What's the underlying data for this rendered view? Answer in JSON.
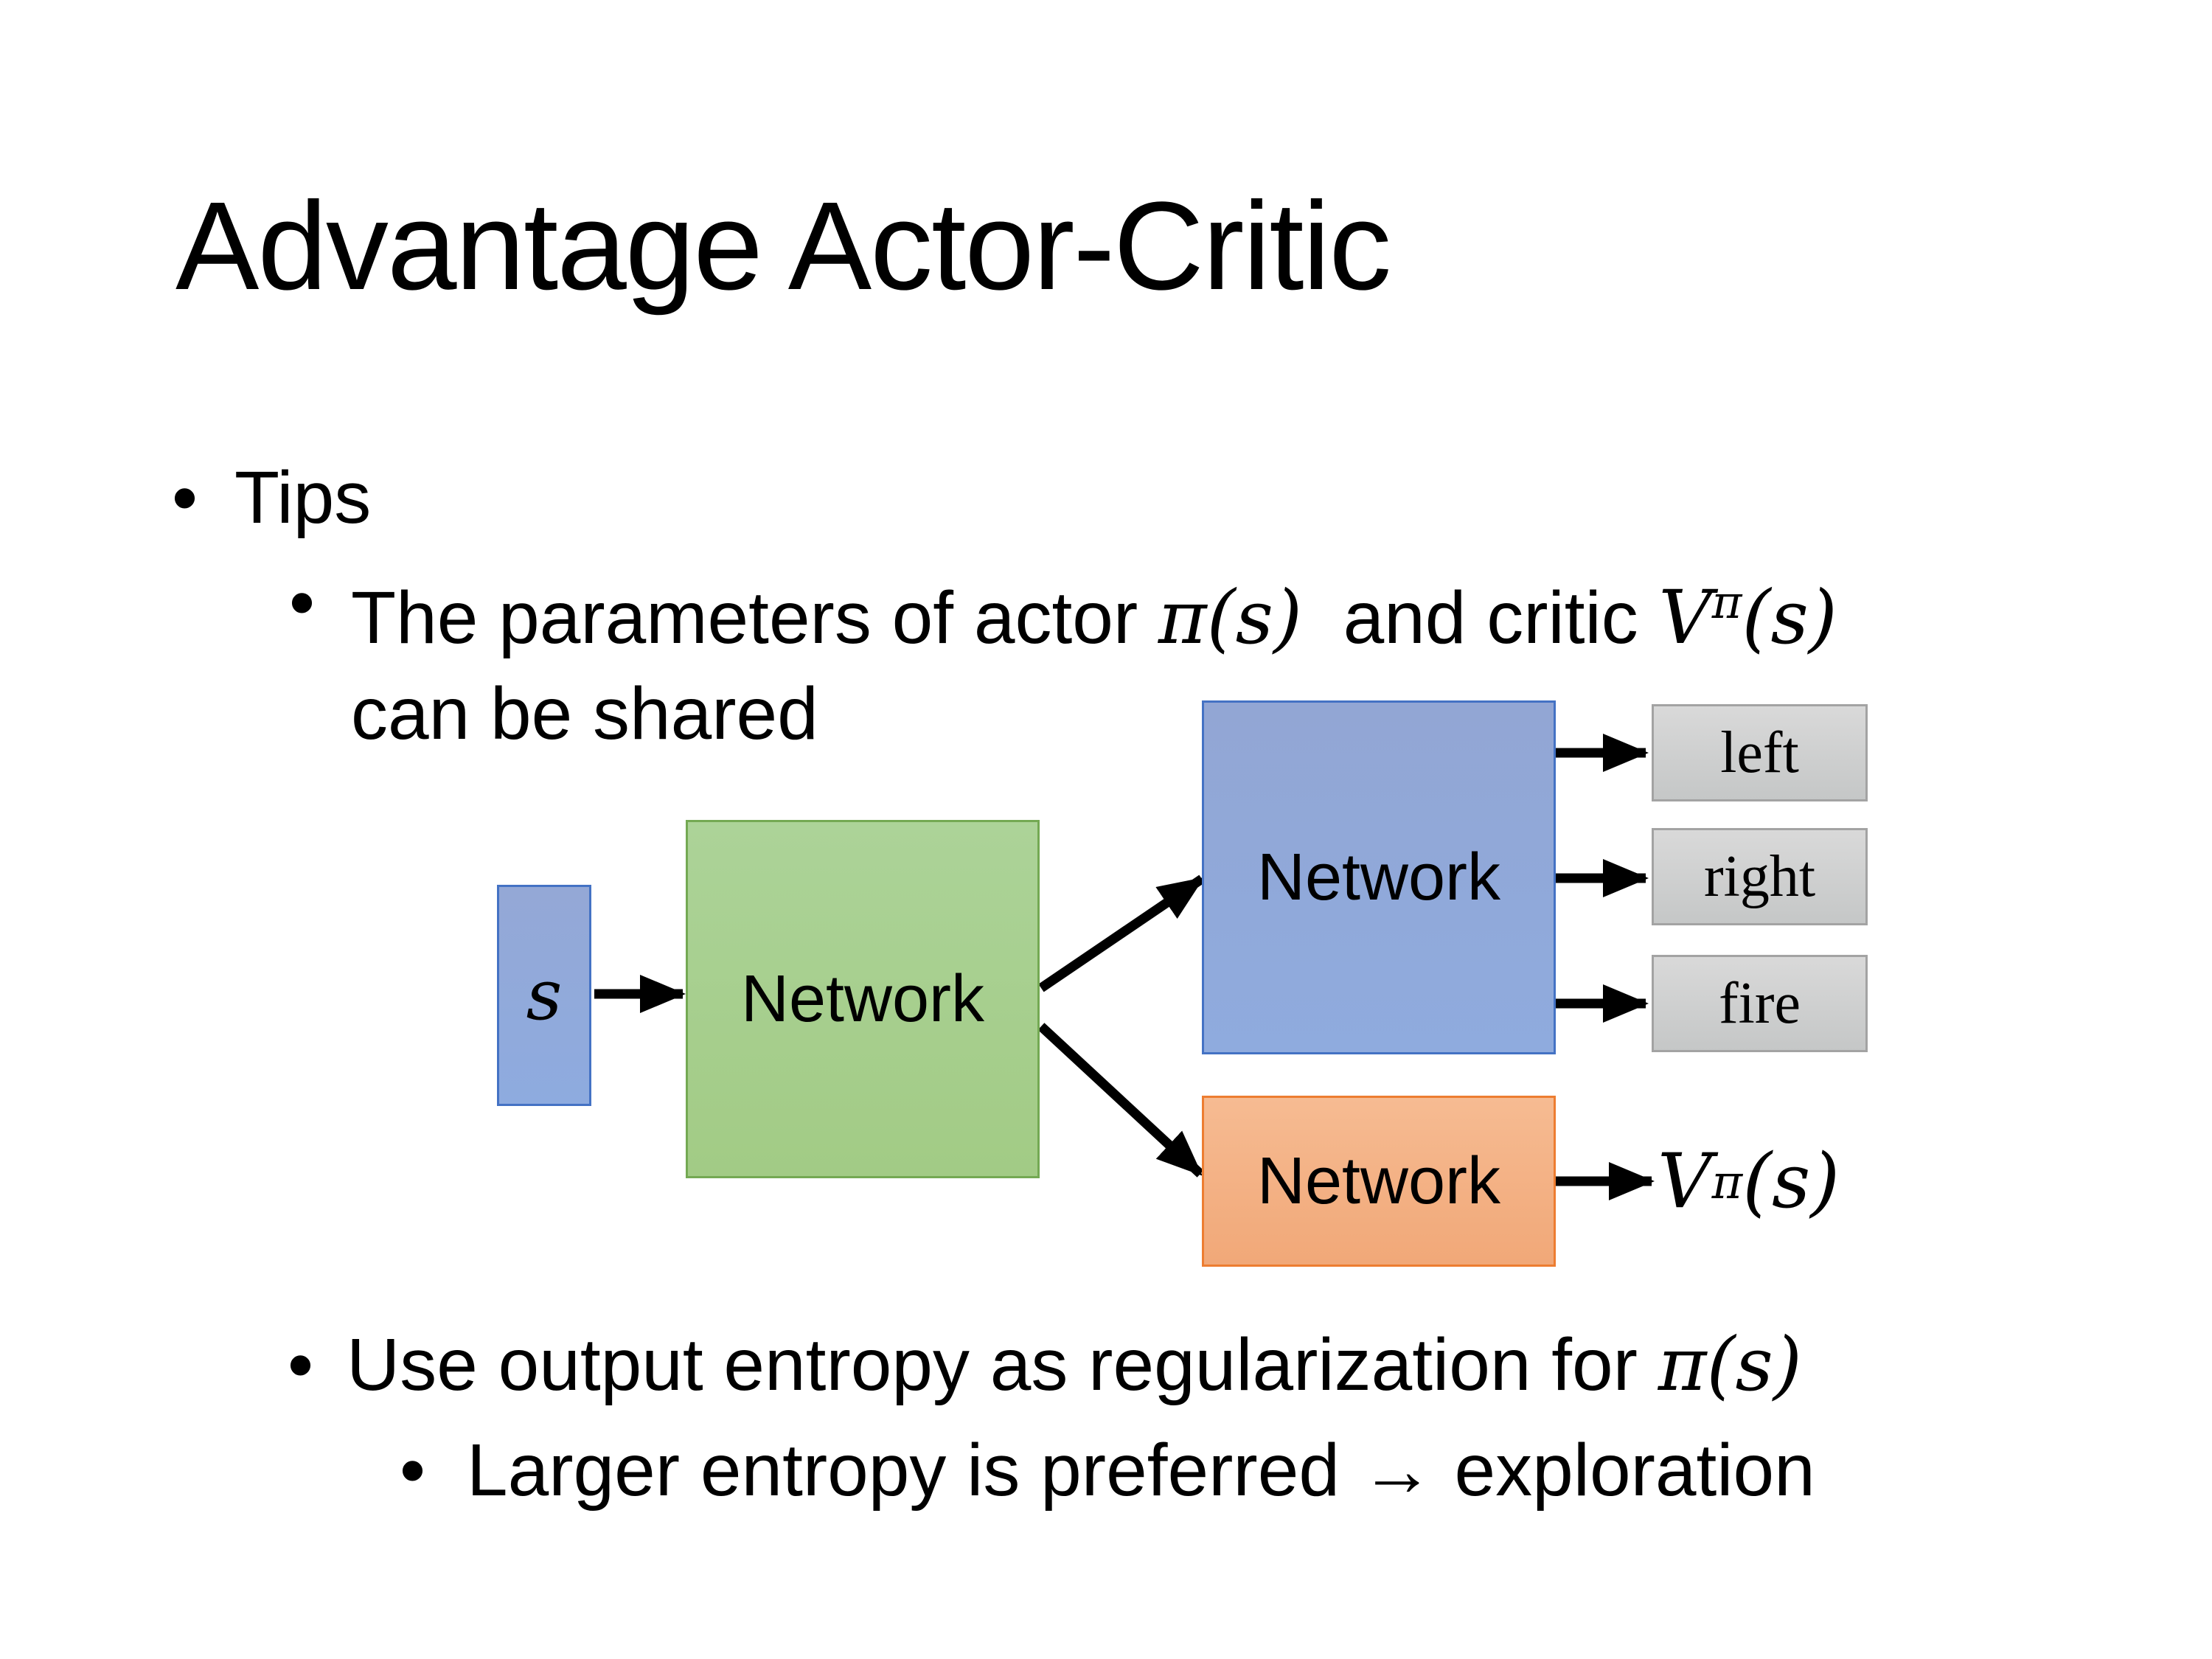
{
  "slide": {
    "title": "Advantage Actor-Critic",
    "bullets": {
      "tips": "Tips",
      "marker": "•",
      "shared": {
        "prefix": "The parameters of actor ",
        "pi": "π(s)",
        "mid": "  and critic ",
        "v_base": "V",
        "v_sup": "π",
        "v_args": "(s)",
        "line2": "can be shared"
      },
      "entropy": {
        "prefix": "Use output entropy as regularization for ",
        "pi": "π(s)"
      },
      "exploration": "Larger entropy is preferred → exploration"
    },
    "diagram": {
      "state_label": "s",
      "shared_network_label": "Network",
      "actor_network_label": "Network",
      "critic_network_label": "Network",
      "actions": [
        "left",
        "right",
        "fire"
      ],
      "value": {
        "base": "V",
        "sup": "π",
        "args": "(s)"
      },
      "colors": {
        "state_fill": "#8FAADC",
        "state_border": "#4472C4",
        "shared_fill": "#A9D18E",
        "shared_border": "#70AD47",
        "actor_fill": "#8FAADC",
        "actor_border": "#4472C4",
        "critic_fill": "#F4B183",
        "critic_border": "#ED7D31",
        "action_fill": "#D2D2D2",
        "action_border": "#A6A6A6",
        "arrow": "#000000"
      }
    }
  }
}
